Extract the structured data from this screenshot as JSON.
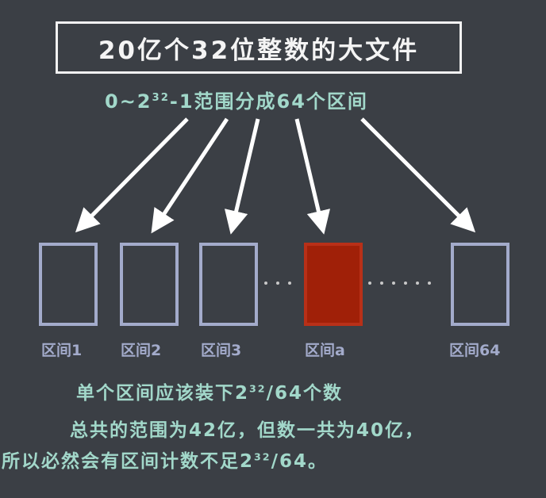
{
  "title": "20亿个32位整数的大文件",
  "subtitle": {
    "pre": "0~2",
    "exp": "32",
    "post": "-1范围分成64个区间"
  },
  "intervals": [
    "区间1",
    "区间2",
    "区间3",
    "区间a",
    "区间64"
  ],
  "line1": {
    "pre": "单个区间应该装下2",
    "exp": "32",
    "post": "/64个数"
  },
  "line2": "总共的范围为42亿，但数一共为40亿，",
  "line3": {
    "pre": "所以必然会有区间计数不足2",
    "exp": "32",
    "post": "/64。"
  },
  "colors": {
    "highlight": "#a02008",
    "box": "#a3abcb",
    "text": "#a2d8ca"
  }
}
